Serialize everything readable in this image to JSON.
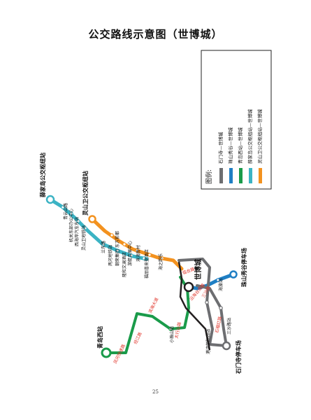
{
  "title": "公交路线示意图（世博城）",
  "page_number": "25",
  "colors": {
    "gray": "#6d6e71",
    "blue": "#1f7fc4",
    "green": "#1a9b4a",
    "cyan": "#3bb3c4",
    "orange": "#f3921f",
    "red": "#e03127",
    "black": "#231f20"
  },
  "legend": {
    "title": "图例:",
    "items": [
      {
        "label": "石门寺—世博城",
        "color": "#6d6e71"
      },
      {
        "label": "珠山秀谷—世博城",
        "color": "#1f7fc4"
      },
      {
        "label": "青岛西站—世博城",
        "color": "#1a9b4a"
      },
      {
        "label": "薛家岛公交枢纽站—世博城",
        "color": "#3bb3c4"
      },
      {
        "label": "灵山卫公交枢纽站—世博城",
        "color": "#f3921f"
      }
    ]
  },
  "terminals": {
    "xuejiadao": "薛家岛公交枢纽站",
    "lingshanwei": "灵山卫公交枢纽站",
    "qingdao_west": "青岛西站",
    "shimensi": "石门寺停车场",
    "zhushan": "珠山秀谷停车场",
    "shibocheng": "世博城"
  },
  "stops": {
    "cyan": [
      "青云山路",
      "机关东部办公中心",
      "西海岸汽车东站",
      "灵山卫地铁站"
    ],
    "shared": [
      "兰东路",
      "两河地铁站",
      "朝荣集团",
      "隆和文澜酒店"
    ],
    "orange": [
      "东方影都",
      "游艇会展中心",
      "滨海新村",
      "福朋喜来登酒店",
      "海之韵乐"
    ],
    "green": [
      "小珠山南"
    ],
    "gray": [
      "港湾学院西站",
      "三沙路站"
    ],
    "blue": [
      "海旅站"
    ]
  },
  "road_labels": {
    "binhai_dadao": "滨海大道",
    "jingjiang_road": "经江路",
    "taihang_road": "太行山路",
    "yanhai_road": "沿海台南路",
    "fenghe_road": "凤河快速路",
    "sansha_road": "三沙路",
    "shiliu_road": "石榴红路",
    "linghe_road": "临合路"
  }
}
